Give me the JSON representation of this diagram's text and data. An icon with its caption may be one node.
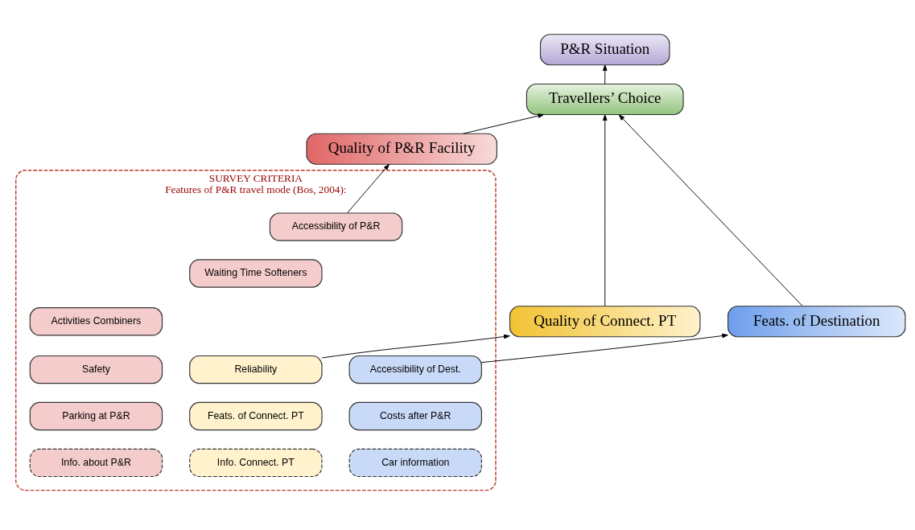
{
  "diagram": {
    "nodes": [
      {
        "text": [
          "P&R Situation"
        ]
      },
      {
        "text": [
          "Travellers’ Choice"
        ]
      },
      {
        "text": [
          "Quality of P&R Facility"
        ]
      },
      {
        "text": [
          "Quality of Connect. PT"
        ]
      },
      {
        "text": [
          "Feats. of Destination"
        ]
      },
      {
        "text": [
          "SURVEY CRITERIA",
          "Features of P&R travel mode (Bos, 2004):"
        ]
      },
      {
        "text": [
          "Accessibility of P&R"
        ],
        "in": 5
      },
      {
        "text": [
          "Waiting Time Softeners"
        ],
        "in": 5
      },
      {
        "text": [
          "Activities Combiners"
        ],
        "in": 5
      },
      {
        "text": [
          "Safety"
        ],
        "in": 5
      },
      {
        "text": [
          "Parking at P&R"
        ],
        "in": 5
      },
      {
        "text": [
          "Info. about P&R"
        ],
        "in": 5
      },
      {
        "text": [
          "Reliability"
        ],
        "in": 5
      },
      {
        "text": [
          "Feats. of Connect. PT"
        ],
        "in": 5
      },
      {
        "text": [
          "Info. Connect. PT"
        ],
        "in": 5
      },
      {
        "text": [
          "Accessibility of Dest."
        ],
        "in": 5
      },
      {
        "text": [
          "Costs after P&R"
        ],
        "in": 5
      },
      {
        "text": [
          "Car information"
        ],
        "in": 5
      }
    ],
    "edges": [
      {
        "from": 1,
        "to": 0,
        "arrow": "to"
      },
      {
        "from": 2,
        "to": 1,
        "arrow": "to"
      },
      {
        "from": 3,
        "to": 1,
        "arrow": "to"
      },
      {
        "from": 4,
        "to": 1,
        "arrow": "to"
      },
      {
        "from": 6,
        "to": 2,
        "arrow": "to"
      },
      {
        "from": 12,
        "to": 3,
        "arrow": "to"
      },
      {
        "from": 15,
        "to": 4,
        "arrow": "to"
      }
    ]
  }
}
